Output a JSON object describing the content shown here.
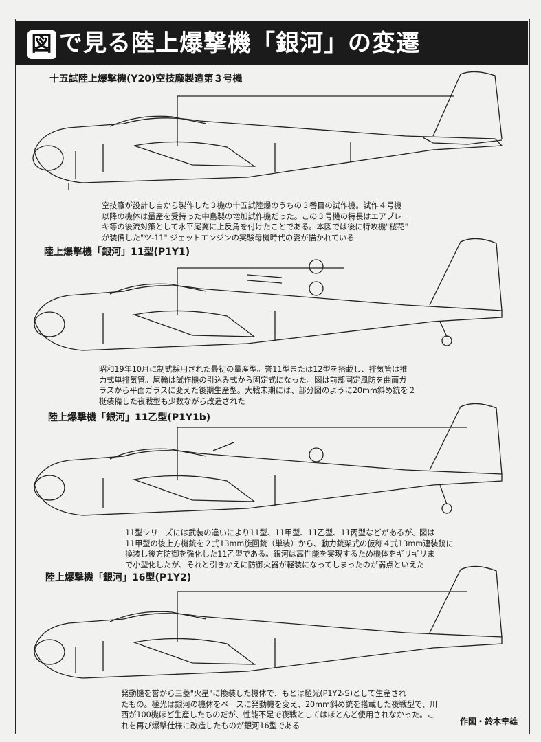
{
  "title_badge": "図",
  "title": "で見る陸上爆撃機「銀河」の変遷",
  "sections": [
    {
      "heading": "十五試陸上爆撃機(Y20)空技廠製造第３号機",
      "lines": [
        "空技廠が設計し自から製作した３機の十五試陸爆のうちの３番目の試作機。試作４号機",
        "以降の機体は量産を受持った中島製の増加試作機だった。この３号機の特長はエアブレー",
        "キ等の後流対策として水平尾翼に上反角を付けたことである。本図では後に特攻機\"桜花\"",
        "が装備した\"ツ-11\" ジェットエンジンの実験母機時代の姿が描かれている"
      ]
    },
    {
      "heading": "陸上爆撃機「銀河」11型(P1Y1)",
      "lines": [
        "昭和19年10月に制式採用された最初の量産型。誉11型または12型を搭載し、排気管は推",
        "力式単排気管。尾輪は試作機の引込み式から固定式になった。図は前部固定風防を曲面ガ",
        "ラスから平面ガラスに変えた後期生産型。大戦末期には、部分図のように20mm斜め銃を２",
        "梃装備した夜戦型も少数ながら改造された"
      ]
    },
    {
      "heading": "陸上爆撃機「銀河」11乙型(P1Y1b)",
      "lines": [
        "11型シリーズには武装の違いにより11型、11甲型、11乙型、11丙型などがあるが、図は",
        "11甲型の後上方機銃を２式13mm旋回銃（単装）から、動力銃架式の仮称４式13mm連装銃に",
        "換装し後方防御を強化した11乙型である。銀河は高性能を実現するため機体をギリギリま",
        "で小型化したが、それと引きかえに防御火器が軽装になってしまったのが弱点といえた"
      ]
    },
    {
      "heading": "陸上爆撃機「銀河」16型(P1Y2)",
      "lines": [
        "発動機を誉から三菱\"火星\"に換装した機体で、もとは極光(P1Y2-S)として生産され",
        "たもの。極光は銀河の機体をベースに発動機を変え、20mm斜め銃を搭載した夜戦型で、川",
        "西が100機ほど生産したものだが、性能不足で夜戦としてはほとんど使用されなかった。こ",
        "れを再び爆撃仕様に改造したものが銀河16型である"
      ]
    }
  ],
  "credit": "作図・鈴木幸雄"
}
